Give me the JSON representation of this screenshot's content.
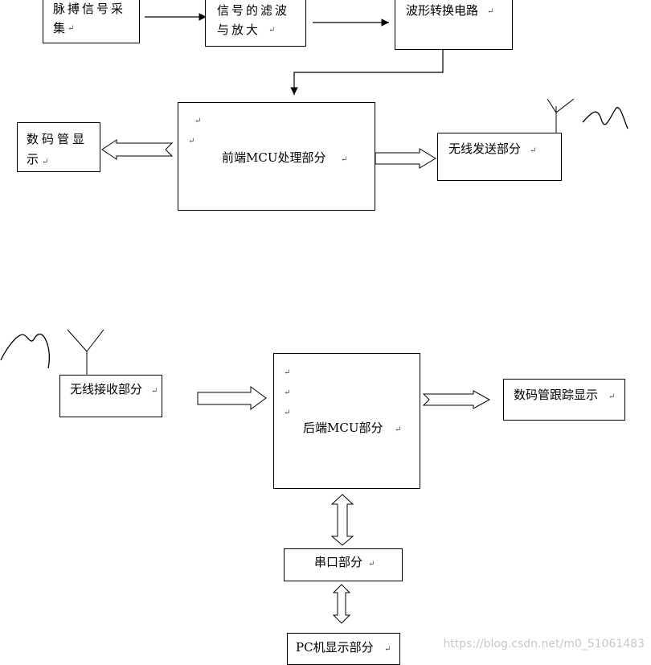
{
  "front": {
    "pulse_box": "脉搏信号采集",
    "filter_box": "信号的滤波与放大",
    "wave_box": "波形转换电路",
    "mcu_box": "前端MCU处理部分",
    "seg_box": "数码管显示",
    "tx_box": "无线发送部分"
  },
  "back": {
    "rx_box": "无线接收部分",
    "mcu_box": "后端MCU部分",
    "seg_box": "数码管跟踪显示",
    "serial_box": "串口部分",
    "pc_box": "PC机显示部分"
  },
  "watermark": "https://blog.csdn.net/m0_51061483",
  "colors": {
    "line": "#000000",
    "watermark": "#c8c8c8"
  }
}
